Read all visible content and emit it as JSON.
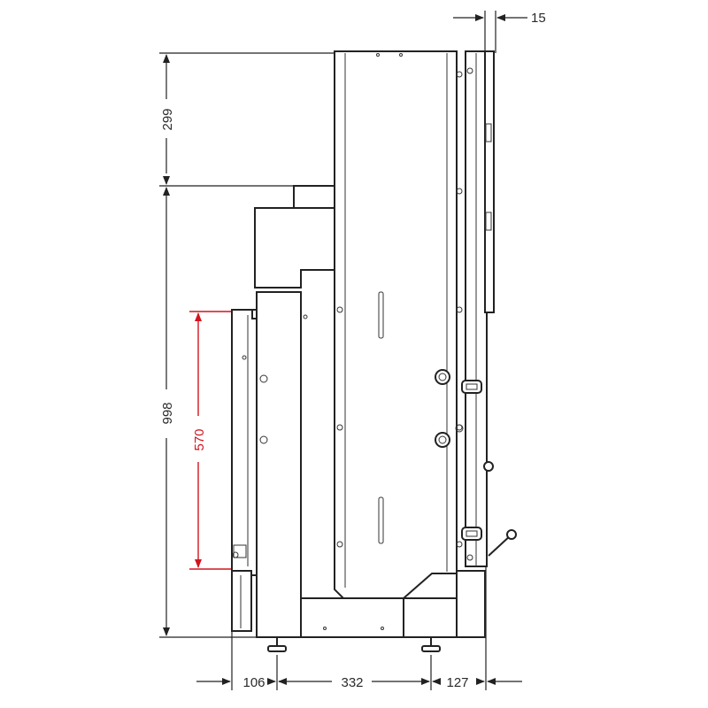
{
  "dimensions": {
    "top_clearance": "15",
    "upper_height": "299",
    "total_height": "998",
    "opening_height": "570",
    "front_depth": "106",
    "body_depth": "332",
    "rear_depth": "127"
  },
  "colors": {
    "outline": "#222222",
    "highlight_dimension": "#d2141e",
    "background": "#ffffff"
  }
}
